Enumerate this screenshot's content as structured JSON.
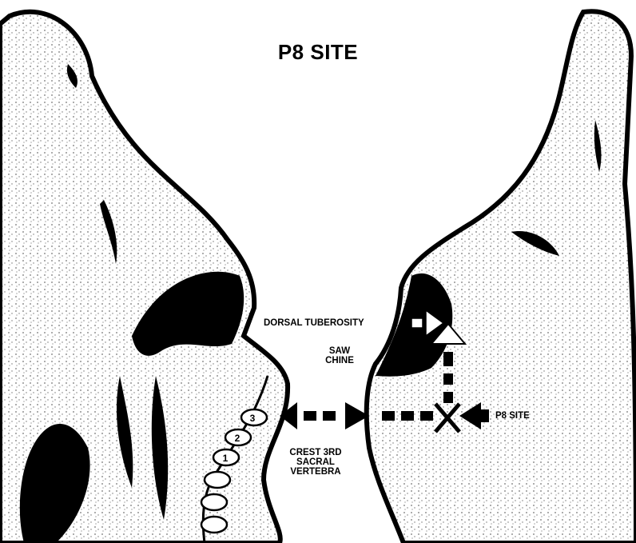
{
  "title": "P8 SITE",
  "labels": {
    "dorsal_tuberosity": "DORSAL TUBEROSITY",
    "saw_chine_line1": "SAW",
    "saw_chine_line2": "CHINE",
    "crest_line1": "CREST 3RD",
    "crest_line2": "SACRAL",
    "crest_line3": "VERTEBRA",
    "p8_site": "P8 SITE"
  },
  "vertebra_numbers": [
    "3",
    "2",
    "1"
  ],
  "colors": {
    "ink": "#000000",
    "paper": "#ffffff"
  }
}
